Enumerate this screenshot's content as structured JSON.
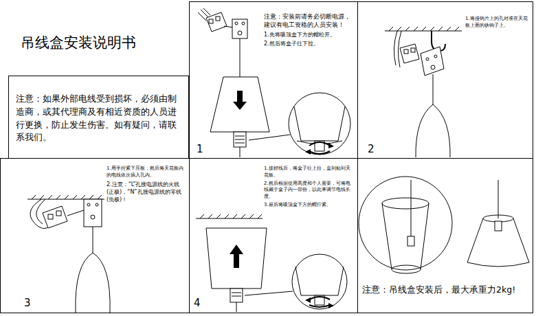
{
  "diagram": {
    "title": "吊线盒安装说明书",
    "nodes": [
      {
        "text": [
          "注意：如果外部电线受到损坏，必须由制造商，或其代理商及有相近资质的人员进行更换，防止发生伤害。如有疑问，请联系我们。"
        ]
      },
      {
        "text": [
          "注意：安装前请务必切断电源，建议有电工资格的人员安装！",
          "1.先将吸顶盒下方的帽松开。",
          "2.然后将盒子往下拉。",
          "1"
        ]
      },
      {
        "text": [
          "1.将挂钩片上的孔对准在天花板上面的铁钩子上。",
          "2"
        ]
      },
      {
        "text": [
          "1.用手捏紧下压板，然后将天花板内的电线依次插入孔内。",
          "2.注意：“L”孔接电源线的火线(正极)，“N”孔接电源线的零线(负极)！",
          "3"
        ]
      },
      {
        "text": [
          "1.接好线后，将盒子往上拉，直到贴到天花板。",
          "2.然后根据使用高度和个人需要，可将电线藏于盒子内一部份，以此来调节电线长度。",
          "3.最后将吸顶盒下方的帽拧紧。",
          "4"
        ]
      },
      {
        "text": [
          "注意：吊线盒安装后，最大承重力2kg!"
        ]
      }
    ]
  }
}
